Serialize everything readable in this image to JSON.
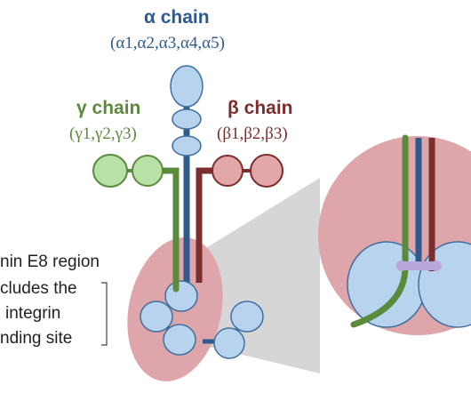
{
  "colors": {
    "alpha": "#2f5a8c",
    "beta": "#7b2e2c",
    "gamma": "#5b8a3c",
    "domain_fill": "#b8d3ee",
    "domain_stroke": "#3f6fa0",
    "region": "#dea6aa",
    "zoom_cone": "#cfcfcf",
    "binding_site": "#b8a6d8"
  },
  "labels": {
    "alpha_title": "α chain",
    "alpha_subunits": "(α1,α2,α3,α4,α5)",
    "gamma_title": "γ chain",
    "gamma_subunits": "(γ1,γ2,γ3)",
    "beta_title": "β chain",
    "beta_subunits": "(β1,β2,β3)",
    "e8_line1": "nin E8 region",
    "e8_line2": "cludes the",
    "e8_line3": "integrin",
    "e8_line4": "nding site"
  }
}
